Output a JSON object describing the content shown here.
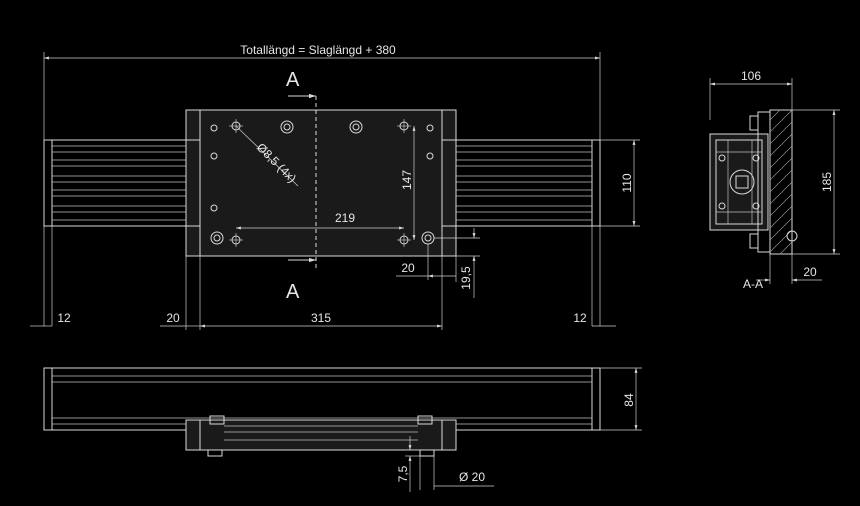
{
  "labels": {
    "total_length": "Totallängd = Slaglängd + 380",
    "section_top": "A",
    "section_bottom": "A",
    "section_caption": "A-A",
    "hole_callout": "Ø8,5 (4x)"
  },
  "dimensions": {
    "d219": "219",
    "d147": "147",
    "d110": "110",
    "d20_plate": "20",
    "d19_5": "19,5",
    "d12_left": "12",
    "d20_left": "20",
    "d315": "315",
    "d12_right": "12",
    "d106": "106",
    "d185": "185",
    "d20_section": "20",
    "d84": "84",
    "d7_5": "7,5",
    "dia20": "Ø 20"
  }
}
